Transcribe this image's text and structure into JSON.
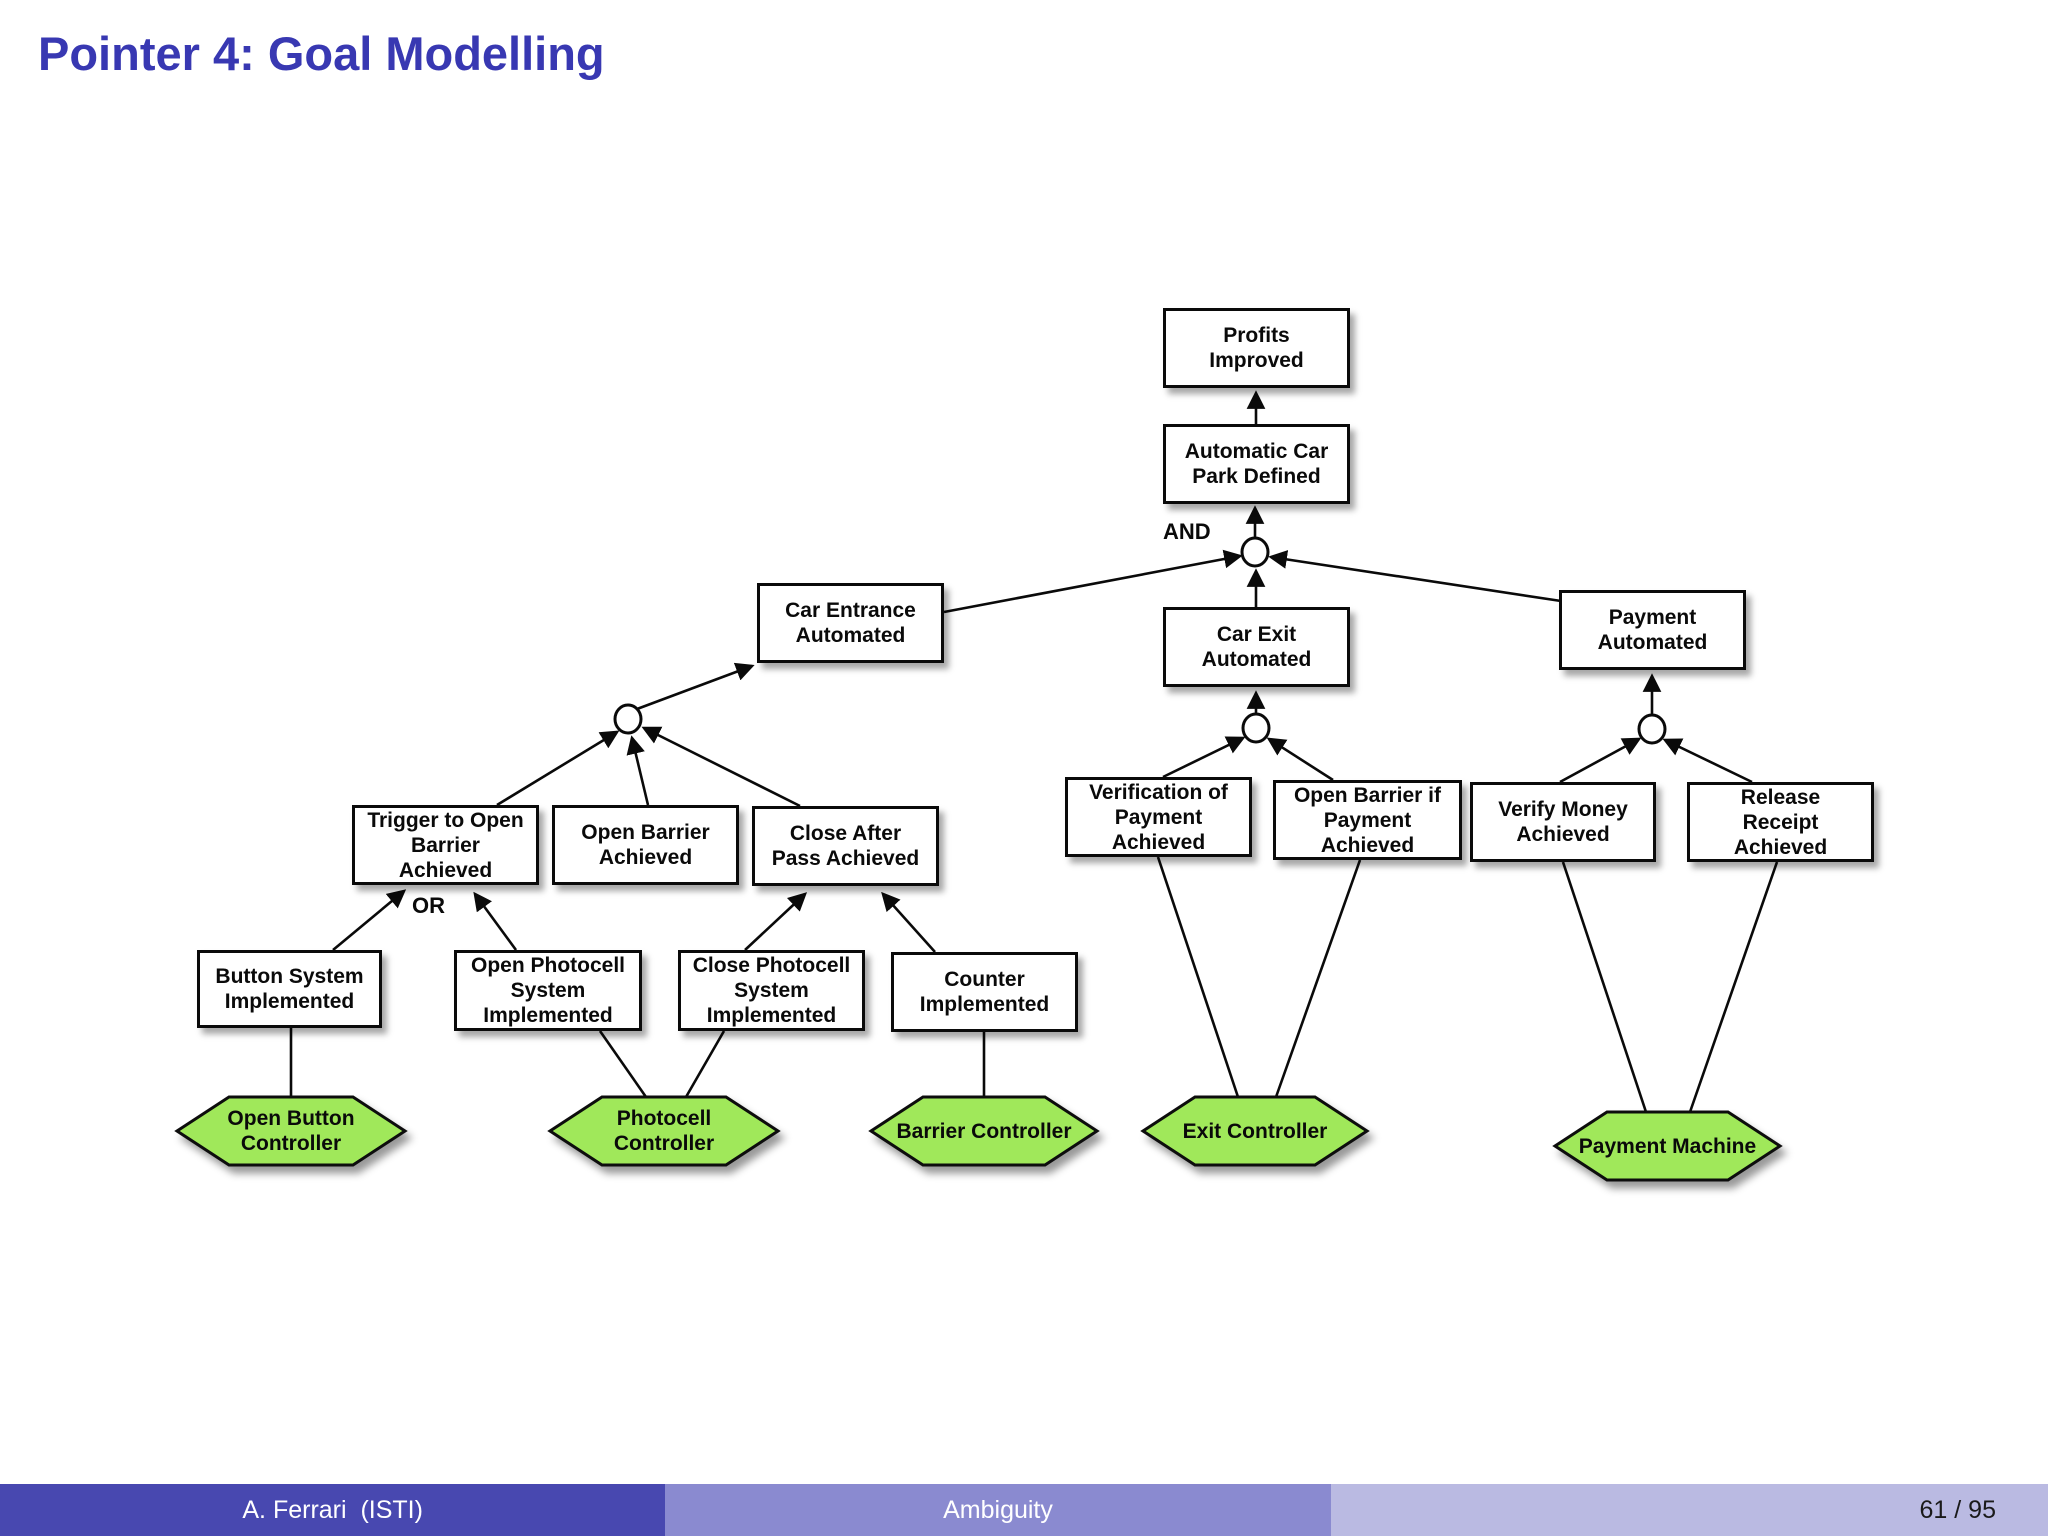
{
  "slide": {
    "title": "Pointer 4: Goal Modelling",
    "footer": {
      "author": "A. Ferrari  (ISTI)",
      "section": "Ambiguity",
      "page": "61 / 95"
    }
  },
  "colors": {
    "title_text": "#3838B2",
    "agent_fill": "#A0E85A",
    "node_border": "#0a0a0a",
    "footer_left_bg": "#4848B0",
    "footer_mid_bg": "#8A8AD0",
    "footer_right_bg": "#BABAE2"
  },
  "diagram": {
    "connector_labels": {
      "and": "AND",
      "or": "OR"
    },
    "goals": [
      {
        "id": "profits",
        "lines": [
          "Profits",
          "Improved"
        ]
      },
      {
        "id": "car-park",
        "lines": [
          "Automatic Car",
          "Park Defined"
        ]
      },
      {
        "id": "entrance",
        "lines": [
          "Car Entrance",
          "Automated"
        ]
      },
      {
        "id": "exit",
        "lines": [
          "Car Exit",
          "Automated"
        ]
      },
      {
        "id": "payment",
        "lines": [
          "Payment",
          "Automated"
        ]
      },
      {
        "id": "trigger",
        "lines": [
          "Trigger to Open",
          "Barrier",
          "Achieved"
        ]
      },
      {
        "id": "open-barrier",
        "lines": [
          "Open Barrier",
          "Achieved"
        ]
      },
      {
        "id": "close-after",
        "lines": [
          "Close After",
          "Pass Achieved"
        ]
      },
      {
        "id": "verification",
        "lines": [
          "Verification of",
          "Payment",
          "Achieved"
        ]
      },
      {
        "id": "open-barrier-if",
        "lines": [
          "Open Barrier if",
          "Payment",
          "Achieved"
        ]
      },
      {
        "id": "verify-money",
        "lines": [
          "Verify Money",
          "Achieved"
        ]
      },
      {
        "id": "release-receipt",
        "lines": [
          "Release",
          "Receipt",
          "Achieved"
        ]
      },
      {
        "id": "button-system",
        "lines": [
          "Button System",
          "Implemented"
        ]
      },
      {
        "id": "open-photocell",
        "lines": [
          "Open Photocell",
          "System",
          "Implemented"
        ]
      },
      {
        "id": "close-photocell",
        "lines": [
          "Close Photocell",
          "System",
          "Implemented"
        ]
      },
      {
        "id": "counter",
        "lines": [
          "Counter",
          "Implemented"
        ]
      }
    ],
    "agents": [
      {
        "id": "open-button-controller",
        "lines": [
          "Open Button",
          "Controller"
        ]
      },
      {
        "id": "photocell-controller",
        "lines": [
          "Photocell",
          "Controller"
        ]
      },
      {
        "id": "barrier-controller",
        "lines": [
          "Barrier Controller"
        ]
      },
      {
        "id": "exit-controller",
        "lines": [
          "Exit Controller"
        ]
      },
      {
        "id": "payment-machine",
        "lines": [
          "Payment Machine"
        ]
      }
    ],
    "edges": [
      {
        "from": "Automatic Car Park Defined",
        "to": "Profits Improved"
      },
      {
        "from": "Car Entrance Automated",
        "to": "Automatic Car Park Defined",
        "via": "AND"
      },
      {
        "from": "Car Exit Automated",
        "to": "Automatic Car Park Defined",
        "via": "AND"
      },
      {
        "from": "Payment Automated",
        "to": "Automatic Car Park Defined",
        "via": "AND"
      },
      {
        "from": "Trigger to Open Barrier Achieved",
        "to": "Car Entrance Automated"
      },
      {
        "from": "Open Barrier Achieved",
        "to": "Car Entrance Automated"
      },
      {
        "from": "Close After Pass Achieved",
        "to": "Car Entrance Automated"
      },
      {
        "from": "Verification of Payment Achieved",
        "to": "Car Exit Automated"
      },
      {
        "from": "Open Barrier if Payment Achieved",
        "to": "Car Exit Automated"
      },
      {
        "from": "Verify Money Achieved",
        "to": "Payment Automated"
      },
      {
        "from": "Release Receipt Achieved",
        "to": "Payment Automated"
      },
      {
        "from": "Button System Implemented",
        "to": "Trigger to Open Barrier Achieved",
        "via": "OR"
      },
      {
        "from": "Open Photocell System Implemented",
        "to": "Trigger to Open Barrier Achieved",
        "via": "OR"
      },
      {
        "from": "Close Photocell System Implemented",
        "to": "Close After Pass Achieved"
      },
      {
        "from": "Counter Implemented",
        "to": "Close After Pass Achieved"
      },
      {
        "from": "Open Button Controller",
        "to": "Button System Implemented"
      },
      {
        "from": "Photocell Controller",
        "to": "Open Photocell System Implemented"
      },
      {
        "from": "Photocell Controller",
        "to": "Close Photocell System Implemented"
      },
      {
        "from": "Barrier Controller",
        "to": "Counter Implemented"
      },
      {
        "from": "Exit Controller",
        "to": "Verification of Payment Achieved"
      },
      {
        "from": "Exit Controller",
        "to": "Open Barrier if Payment Achieved"
      },
      {
        "from": "Payment Machine",
        "to": "Verify Money Achieved"
      },
      {
        "from": "Payment Machine",
        "to": "Release Receipt Achieved"
      }
    ]
  }
}
